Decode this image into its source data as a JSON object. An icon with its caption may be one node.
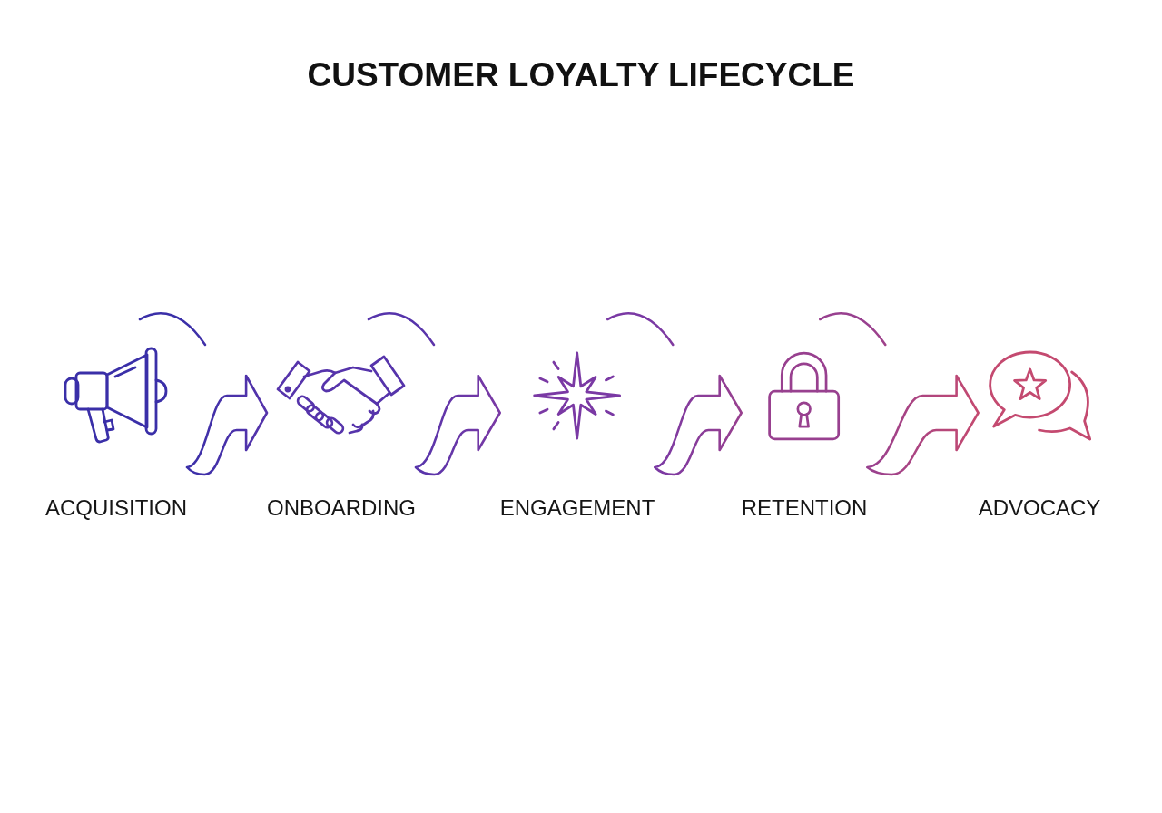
{
  "diagram": {
    "title": "CUSTOMER LOYALTY LIFECYCLE",
    "nodes": [
      {
        "text": [
          "ACQUISITION"
        ]
      },
      {
        "text": [
          "ONBOARDING"
        ]
      },
      {
        "text": [
          "ENGAGEMENT"
        ]
      },
      {
        "text": [
          "RETENTION"
        ]
      },
      {
        "text": [
          "ADVOCACY"
        ]
      }
    ],
    "edges": [
      {
        "from": 0,
        "to": 1,
        "arrow": "to"
      },
      {
        "from": 1,
        "to": 2,
        "arrow": "to"
      },
      {
        "from": 2,
        "to": 3,
        "arrow": "to"
      },
      {
        "from": 3,
        "to": 4,
        "arrow": "to"
      }
    ]
  }
}
